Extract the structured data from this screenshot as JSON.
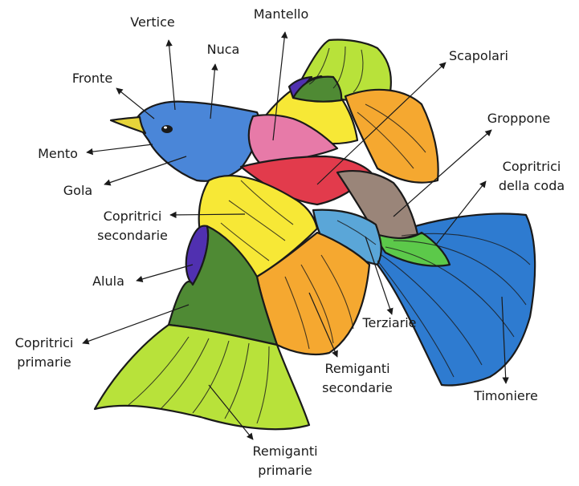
{
  "colors": {
    "outline": "#1a1a1a",
    "head": "#4a86d8",
    "beak": "#e6d43a",
    "mantle": "#e77aa8",
    "scapulars": "#e23b4c",
    "rump": "#9a8579",
    "upper_tail_coverts": "#5cc94a",
    "tail": "#2e7bd0",
    "tertials": "#5aa6d8",
    "secondary_coverts": "#f7e836",
    "alula": "#5030b0",
    "primary_coverts": "#4f8a34",
    "primaries": "#b8e23a",
    "secondaries": "#f5a830"
  },
  "labels": {
    "vertice": "Vertice",
    "mantello": "Mantello",
    "nuca": "Nuca",
    "scapolari": "Scapolari",
    "fronte": "Fronte",
    "groppone": "Groppone",
    "mento": "Mento",
    "copritrici_coda_1": "Copritrici",
    "copritrici_coda_2": "della coda",
    "gola": "Gola",
    "copritrici_sec_1": "Copritrici",
    "copritrici_sec_2": "secondarie",
    "alula": "Alula",
    "terziarie": "Terziarie",
    "copritrici_prim_1": "Copritrici",
    "copritrici_prim_2": "primarie",
    "remiganti_sec_1": "Remiganti",
    "remiganti_sec_2": "secondarie",
    "timoniere": "Timoniere",
    "remiganti_prim_1": "Remiganti",
    "remiganti_prim_2": "primarie"
  }
}
